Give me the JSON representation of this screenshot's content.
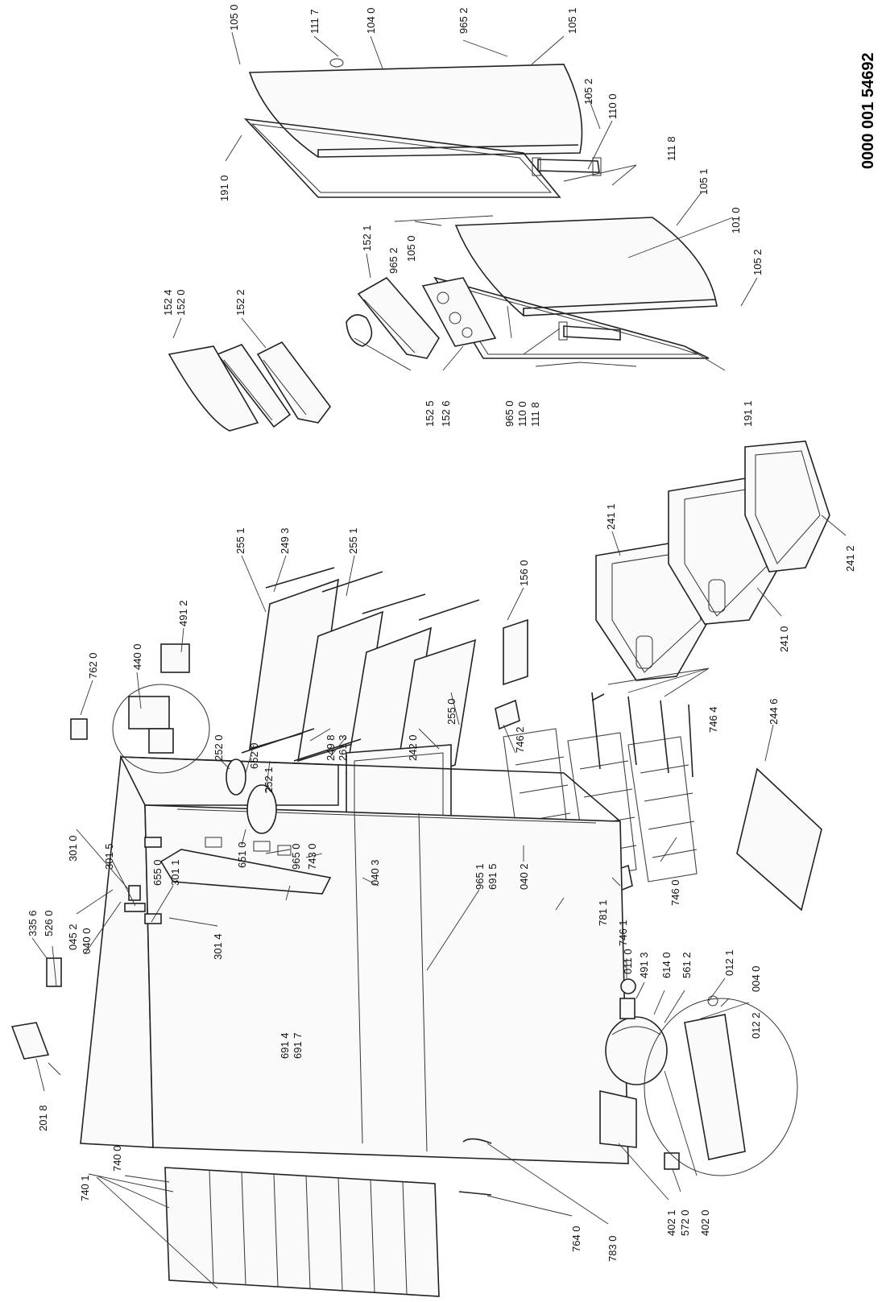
{
  "document_number": "0000 001 54692",
  "callouts": [
    "105 0",
    "111 7",
    "104 0",
    "965 2",
    "105 1",
    "105 2",
    "110 0",
    "111 8",
    "191 0",
    "105 1",
    "101 0",
    "965 2",
    "105 0",
    "105 2",
    "965 0",
    "110 0",
    "111 8",
    "191 1",
    "152 1",
    "152 4",
    "152 0",
    "152 2",
    "152 5",
    "152 6",
    "762 0",
    "440 0",
    "491 2",
    "255 1",
    "249 3",
    "255 1",
    "156 0",
    "241 1",
    "241 0",
    "241 2",
    "255 0",
    "242 0",
    "249 8",
    "261 3",
    "252 0",
    "652 0",
    "252 1",
    "651 0",
    "965 0",
    "743 0",
    "301 0",
    "301 5",
    "655 0",
    "301 1",
    "301 4",
    "040 3",
    "746 2",
    "746 4",
    "244 6",
    "746 0",
    "965 1",
    "691 5",
    "040 2",
    "781 1",
    "746 1",
    "011 0",
    "491 3",
    "614 0",
    "561 2",
    "012 1",
    "004 0",
    "012 2",
    "402 1",
    "572 0",
    "402 0",
    "783 0",
    "764 0",
    "740 1",
    "740 0",
    "201 8",
    "335 6",
    "526 0",
    "045 2",
    "040 0",
    "691 4",
    "691 7"
  ]
}
